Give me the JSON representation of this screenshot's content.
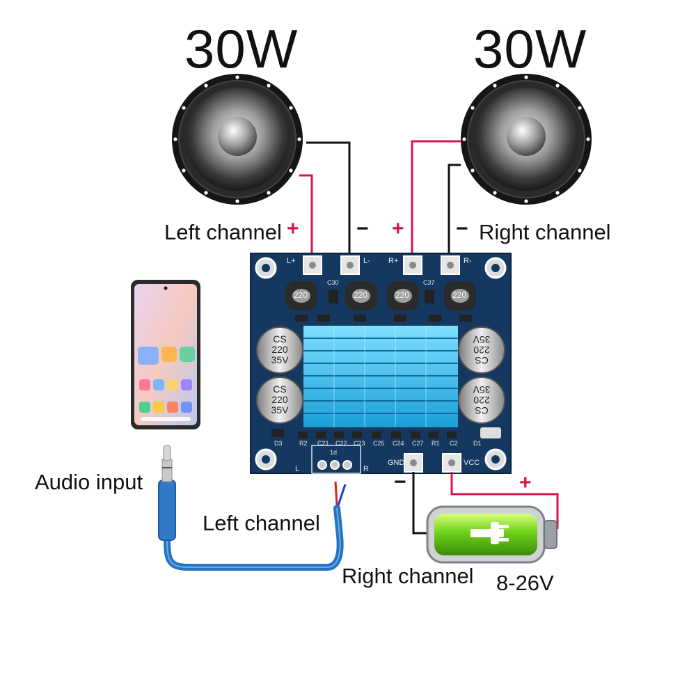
{
  "speakers": {
    "left": {
      "power": "30W",
      "channel_label": "Left channel",
      "plus": "+",
      "minus": "−"
    },
    "right": {
      "power": "30W",
      "channel_label": "Right channel",
      "plus": "+",
      "minus": "−"
    }
  },
  "board": {
    "pads": {
      "left_plus": "L+",
      "left_minus": "L-",
      "right_plus": "R+",
      "right_minus": "R-",
      "gnd": "GND",
      "vcc": "VCC"
    },
    "inductor_value": "220",
    "capacitor_text": [
      "CS",
      "220",
      "35V"
    ],
    "silkscreen": [
      "C30",
      "C37",
      "R2",
      "C21",
      "C22",
      "C23",
      "C25",
      "C24",
      "C27",
      "R1",
      "C2",
      "D3",
      "D1",
      "1d",
      "L",
      "R"
    ]
  },
  "audio": {
    "label": "Audio input",
    "cable_left": "Left channel",
    "cable_right": "Right channel"
  },
  "power_supply": {
    "voltage": "8-26V",
    "plus": "+",
    "minus": "−"
  },
  "colors": {
    "positive_wire": "#d8154d",
    "negative_wire": "#111111",
    "pcb": "#14385f",
    "heatsink": "#1fb6e6",
    "battery": "#7ed321",
    "cable": "#2673c2"
  }
}
